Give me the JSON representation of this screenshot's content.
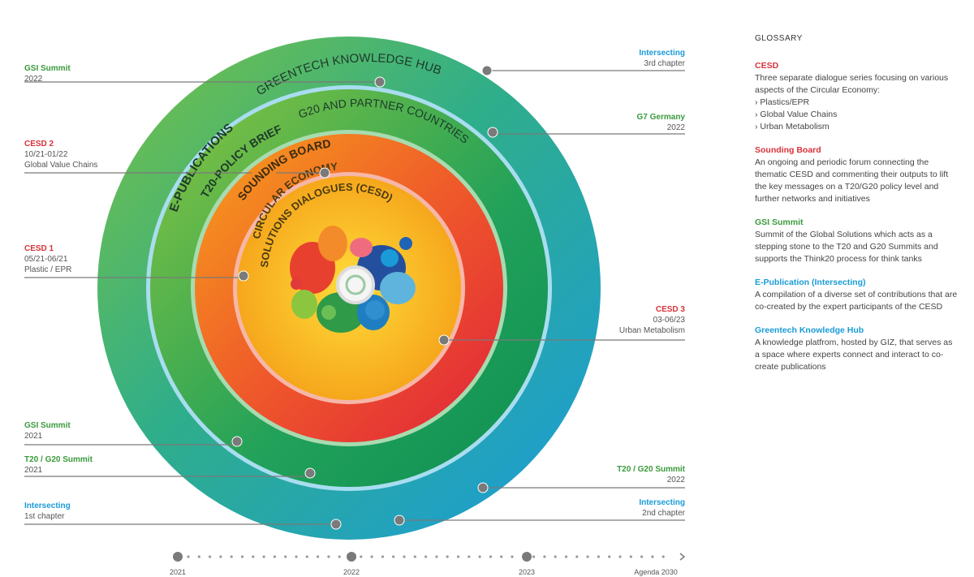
{
  "ring_titles": {
    "epub": "E-PUBLICATIONS",
    "greentech": "GREENTECH KNOWLEDGE HUB",
    "t20": "T20-POLICY BRIEF",
    "g20": "G20 AND PARTNER COUNTRIES",
    "sounding": "SOUNDING BOARD",
    "cesd_line1": "CIRCULAR ECONOMY",
    "cesd_line2": "SOLUTIONS DIALOGUES (CESD)"
  },
  "labels": {
    "gsi_2022": {
      "title": "GSI Summit",
      "sub": "2022"
    },
    "cesd2": {
      "title": "CESD 2",
      "sub1": "10/21-01/22",
      "sub2": "Global Value Chains"
    },
    "cesd1": {
      "title": "CESD 1",
      "sub1": "05/21-06/21",
      "sub2": "Plastic / EPR"
    },
    "gsi_2021": {
      "title": "GSI Summit",
      "sub": "2021"
    },
    "t20_2021": {
      "title": "T20 / G20 Summit",
      "sub": "2021"
    },
    "int1": {
      "title": "Intersecting",
      "sub": "1st chapter"
    },
    "int3": {
      "title": "Intersecting",
      "sub": "3rd chapter"
    },
    "g7": {
      "title": "G7 Germany",
      "sub": "2022"
    },
    "cesd3": {
      "title": "CESD 3",
      "sub1": "03-06/23",
      "sub2": "Urban Metabolism"
    },
    "t20_2022": {
      "title": "T20 / G20 Summit",
      "sub": "2022"
    },
    "int2": {
      "title": "Intersecting",
      "sub": "2nd chapter"
    }
  },
  "timeline": {
    "labels": [
      "2021",
      "2022",
      "2023",
      "Agenda 2030"
    ]
  },
  "glossary": {
    "heading": "GLOSSARY",
    "cesd": {
      "term": "CESD",
      "desc": "Three separate dialogue series focusing on various aspects of the Circular Economy:",
      "items": [
        "Plastics/EPR",
        "Global Value Chains",
        "Urban Metabolism"
      ]
    },
    "sounding": {
      "term": "Sounding Board",
      "desc": "An ongoing and periodic forum connecting the thematic CESD and commenting their outputs to lift the key messages on a T20/G20 policy level and further networks and initiatives"
    },
    "gsi": {
      "term": "GSI Summit",
      "desc": "Summit of the Global Solutions which acts as a stepping stone to the T20 and G20 Summits and supports the Think20 process for think tanks"
    },
    "epub": {
      "term": "E-Publication (Intersecting)",
      "desc": "A compilation of a diverse set of contributions that are co-created by the expert participants of the CESD"
    },
    "greentech": {
      "term": "Greentech Knowledge Hub",
      "desc": "A knowledge platfrom, hosted by GIZ, that serves as a space where experts connect and interact to co-create publications"
    }
  },
  "colors": {
    "green": "#3a9a3c",
    "red": "#d8323a",
    "blue": "#1a9bd7",
    "ring_outer_blue": "#1ea0dc",
    "ring_green": "#2fa64a",
    "ring_red": "#e13a3a",
    "core_yellow": "#f8c218"
  }
}
